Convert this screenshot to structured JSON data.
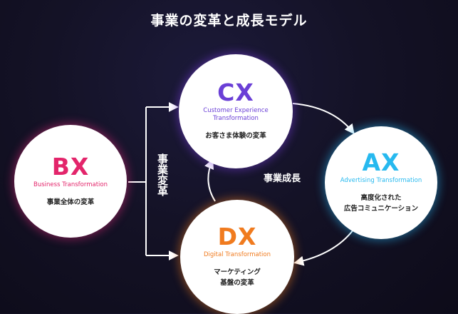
{
  "title": "事業の変革と成長モデル",
  "nodes": {
    "bx": {
      "abbr": "BX",
      "english": "Business Transformation",
      "japanese": "事業全体の変革",
      "color": "#e3256b"
    },
    "cx": {
      "abbr": "CX",
      "english_line1": "Customer Experience",
      "english_line2": "Transformation",
      "japanese": "お客さま体験の変革",
      "color": "#6a3fd6"
    },
    "ax": {
      "abbr": "AX",
      "english": "Advertising Transformation",
      "japanese_line1": "高度化された",
      "japanese_line2": "広告コミュニケーション",
      "color": "#27b9ef"
    },
    "dx": {
      "abbr": "DX",
      "english": "Digital Transformation",
      "japanese_line1": "マーケティング",
      "japanese_line2": "基盤の変革",
      "color": "#f07b1f"
    }
  },
  "labels": {
    "business_transformation": "事業変革",
    "business_growth": "事業成長"
  }
}
